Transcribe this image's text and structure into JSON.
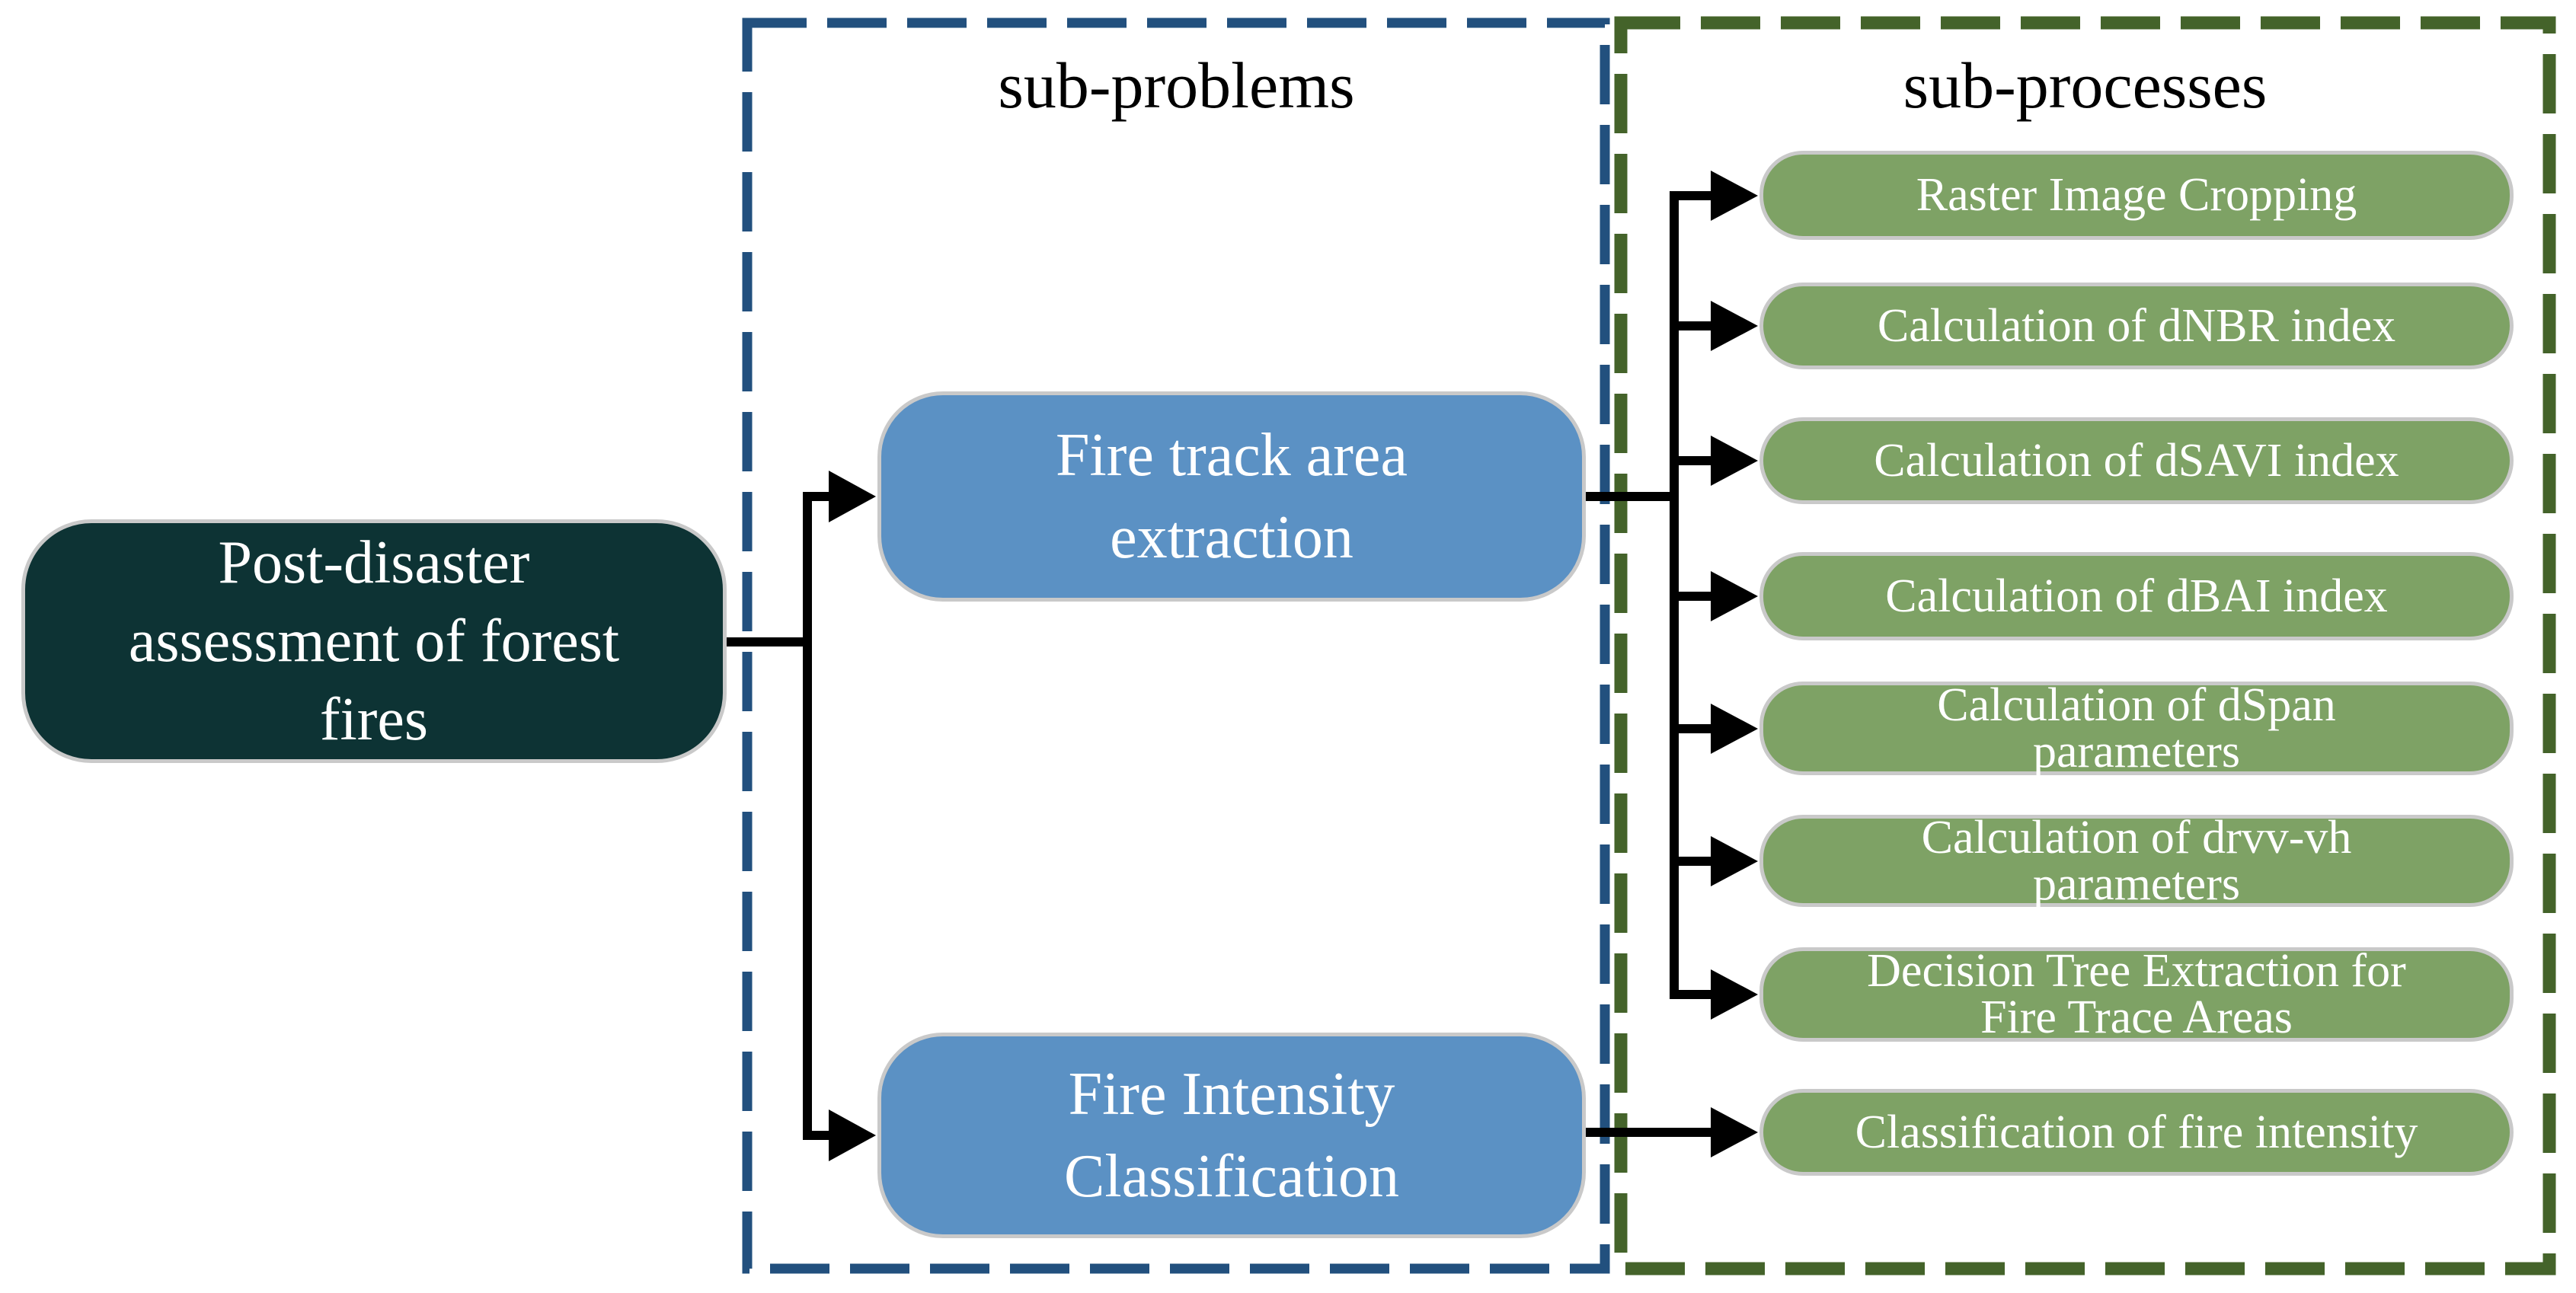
{
  "figure": {
    "root_box": {
      "label": "Post-disaster\nassessment of forest\nfires"
    },
    "groups": {
      "subproblems": {
        "title": "sub-problems",
        "items": [
          {
            "label": "Fire track area\nextraction"
          },
          {
            "label": "Fire Intensity\nClassification"
          }
        ]
      },
      "subprocesses": {
        "title": "sub-processes",
        "items": [
          {
            "label": "Raster Image Cropping"
          },
          {
            "label": "Calculation of dNBR index"
          },
          {
            "label": "Calculation of dSAVI index"
          },
          {
            "label": "Calculation of dBAI index"
          },
          {
            "label": "Calculation of dSpan\nparameters"
          },
          {
            "label": "Calculation of drvv-vh\nparameters"
          },
          {
            "label": "Decision Tree Extraction for\nFire Trace Areas"
          },
          {
            "label": "Classification of fire intensity"
          }
        ]
      }
    },
    "colors": {
      "root_fill": "#0d3334",
      "subproblem_fill": "#5b91c4",
      "subprocess_fill": "#7ea265",
      "subproblems_frame": "#22507e",
      "subprocesses_frame": "#44632a",
      "box_border": "#c9c9c9",
      "arrow": "#000000",
      "text_light": "#ffffff",
      "text_dark": "#000000"
    }
  }
}
